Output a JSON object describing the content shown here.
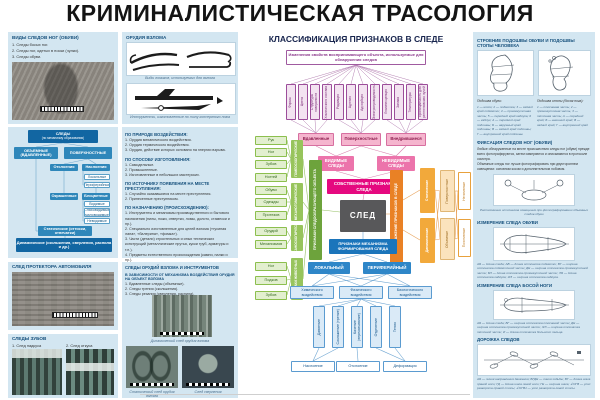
{
  "title": "КРИМИНАЛИСТИЧЕСКАЯ ТРАСОЛОГИЯ",
  "left": {
    "shoe_types": {
      "heading": "ВИДЫ СЛЕДОВ НОГ (ОБУВИ)",
      "items": [
        "1. Следы босых ног.",
        "2. Следы ног, одетых в носки (чулки).",
        "3. Следы обуви."
      ]
    },
    "mech_chart": {
      "root": "СЛЕДЫ",
      "root_sub": "(по механизму образования)",
      "volume": "ОБЪЕМНЫЕ (ВДАВЛЕННЫЕ)",
      "surface": "ПОВЕРХНОСТНЫЕ",
      "otsl": "Отслоения",
      "nasl": "Наслоения",
      "local": "Локальные",
      "periph": "Периферийные",
      "colored": "Окрашенные",
      "colorless": "Бесцветные",
      "visible": "Видимые",
      "weak": "Слабовидимые (маловидимые)",
      "invisible": "Невидимые",
      "static": "Статические (оттиски, отпечатки)",
      "dynamic": "Динамические (скольжения, сверления, распила и др.)"
    },
    "tire": {
      "heading": "СЛЕД ПРОТЕКТОРА АВТОМОБИЛЯ"
    },
    "teeth": {
      "heading": "СЛЕДЫ ЗУБОВ",
      "label1": "1. След надкуса",
      "label2": "2. След откуса"
    }
  },
  "mid": {
    "tools": {
      "heading": "ОРУДИЯ ВЗЛОМА",
      "caption1": "Виды ломиков, используемых для взлома",
      "caption2": "Инструменты, изготовленные по типу консервного ножа"
    },
    "nature": {
      "heading": "ПО ПРИРОДЕ ВОЗДЕЙСТВИЯ:",
      "items": [
        "1. Орудия механического воздействия.",
        "2. Орудия термического воздействия.",
        "3. Орудия, действие которых основано на энергии взрыва."
      ]
    },
    "method": {
      "heading": "ПО СПОСОБУ ИЗГОТОВЛЕНИЯ:",
      "items": [
        "1. Самодельные.",
        "2. Промышленные.",
        "3. Изготовленные в небольших мастерских."
      ]
    },
    "source": {
      "heading": "ПО ИСТОЧНИКУ ПОЯВЛЕНИЯ НА МЕСТЕ ПРЕСТУПЛЕНИЯ:",
      "items": [
        "1. Случайно оказавшиеся на месте преступления.",
        "2. Принесенные преступником."
      ]
    },
    "purpose": {
      "heading": "ПО НАЗНАЧЕНИЮ (ПРОИСХОЖДЕНИЮ):",
      "items": [
        "1. Инструменты и механизмы производственного и бытового назначения (пилы, ножи, отвертки, ломы, долото, стамески и пр.).",
        "2. Специально изготовленные для целей взлома («гусиная лапа», «балерина», «фомка»).",
        "3. Части (детали) строительных и иных технических конструкций (металлические прутья, куски труб, арматуры и т.п.).",
        "4. Предметы естественного происхождения (камни, палки и пр.)."
      ]
    },
    "tool_traces": {
      "heading": "СЛЕДЫ ОРУДИЙ ВЗЛОМА И ИНСТРУМЕНТОВ",
      "subheading": "В ЗАВИСИМОСТИ ОТ МЕХАНИЗМА ВОЗДЕЙСТВИЯ ОРУДИЯ НА ОБЪЕКТ ВЗЛОМА",
      "items": [
        "1. Вдавленные следы (объемные).",
        "2. Следы трения (скольжения).",
        "3. Следы резания (сверления, распила)."
      ],
      "caption1": "Динамический след орудия взлома",
      "caption2": "Статический след орудия взлома",
      "caption3": "След сверления"
    }
  },
  "center": {
    "heading": "КЛАССИФИКАЦИЯ ПРИЗНАКОВ В СЛЕДЕ",
    "top_box": "Изменения свойств воспринимающего объекта, используемые для обнаружения следов",
    "properties": [
      "Формы",
      "Цвета",
      "Структуры поверхности",
      "Химического состава",
      "Радиация",
      "Адгезия",
      "Адсорбция",
      "Электропроводимость",
      "Люминесценция",
      "Запаха",
      "Температуры",
      "Проницаемость для рентгеновских лучей"
    ],
    "row_pink": [
      "Вдавленные",
      "Поверхностные",
      "Внедрившиеся"
    ],
    "visible": "ВИДИМЫЕ СЛЕДЫ",
    "invisible": "НЕВИДИМЫЕ СЛЕДЫ",
    "own": "СОБСТВЕННЫЕ ПРИЗНАКИ СЛЕДА",
    "sled": "СЛЕД",
    "left_items": [
      "Рук",
      "Ног",
      "Зубов",
      "Ногтей",
      "Обуви",
      "Одежды",
      "Протезов",
      "Орудий",
      "Механизмов",
      "Ног",
      "Подков",
      "Зубов"
    ],
    "groups": [
      "ГОМЕОСКОПИЧЕСКИЕ",
      "МЕХАНОГОМИЧЕСКИЕ",
      "МЕХАНОСКОПИЧЕСКИЕ",
      "ПРИЗНАКИ ЖИВОТНЫХ"
    ],
    "left_tall": "ПРИЗНАКИ СЛЕДООБРАЗУЮЩЕГО ОБЪЕКТА",
    "right_tall": "ОТОБРАЖЕНИЕ ПРИЗНАКОВ В СЛЕДЕ",
    "gold": [
      "Статические",
      "Динамические"
    ],
    "yellow": [
      "Поверхностные",
      "Объемные"
    ],
    "outline": [
      "Негативные",
      "Позитивные"
    ],
    "mech_box": "ПРИЗНАКИ МЕХАНИЗМА ФОРМИРОВАНИЯ СЛЕДА",
    "local": "ЛОКАЛЬНЫЙ",
    "periph": "ПЕРИФЕРИЙНЫЙ",
    "impacts": [
      "Химического воздействия",
      "Физического воздействия",
      "Биологического воздействия"
    ],
    "physical": [
      "Давление",
      "Скольжение (трение)",
      "Качение (перекатывание)",
      "Отделение",
      "Тепло"
    ],
    "results": [
      "Наслоение",
      "Отслоение",
      "Деформация"
    ]
  },
  "right": {
    "sole": {
      "heading": "СТРОЕНИЕ ПОДОШВЫ ОБУВИ И ПОДОШВЫ СТОПЫ ЧЕЛОВЕКА",
      "shoe_label": "Подошва обуви:",
      "shoe_items": "1 — носок; 2 — подметка; 3 — задний край подметки; 4 — промежуточная часть; 5 — передний край каблука; 6 — каблук; А — передний край подошвы; Б — наружный край подошвы; В — задний край подошвы; Г — внутренний край подошвы",
      "foot_label": "Подошва стопы (босая нога):",
      "foot_items": "1 — плюсневая часть; 2 — промежуточная часть; 3 — пяточная часть; А — передний край; Б — внешний край; В — задний край; Г — внутренний край"
    },
    "fixation": {
      "heading": "ФИКСАЦИЯ СЛЕДОВ НОГ (ОБУВИ)",
      "p1": "Любые обнаруженные на месте происшествия следы ног (обуви) прежде всего фотографируются, затем измеряются и описываются в протоколе осмотра.",
      "p2": "Объемные следы ног лучше фотографировать при двустороннем освещении: основном косом и дополнительном лобовом.",
      "caption": "Расположение источников освещения при фотографировании объемных следов обуви"
    },
    "shoe_measure": {
      "heading": "ИЗМЕРЕНИЕ СЛЕДА ОБУВИ",
      "caption": "АБ — длина следа; АВ — длина отпечатка подметки; ВГ — ширина отпечатка подметочной части; ДЕ — ширина отпечатка промежуточной части; БЛ — длина отпечатка промежуточной части; ЛБ — длина отпечатка каблука; ЖЗ — ширина отпечатка каблука."
    },
    "foot_measure": {
      "heading": "ИЗМЕРЕНИЕ СЛЕДА БОСОЙ НОГИ",
      "caption": "АБ — длина следа; ВГ — ширина отпечатка плюсневой части; ДЕ — ширина отпечатка промежуточной части; ЖЗ — ширина отпечатка пяточной части; И — длина отпечатка большого пальца."
    },
    "track": {
      "heading": "ДОРОЖКА СЛЕДОВ",
      "caption": "АБ — линия направления движения; ВГДЕ — линия ходьбы; ВГ — длина шага правой ноги; ГД — длина шага левой ноги; ГЕ — ширина шага; ∠ОГВ — угол разворота правой стопы; ∠ОГВ1 — угол разворота левой стопы."
    }
  }
}
